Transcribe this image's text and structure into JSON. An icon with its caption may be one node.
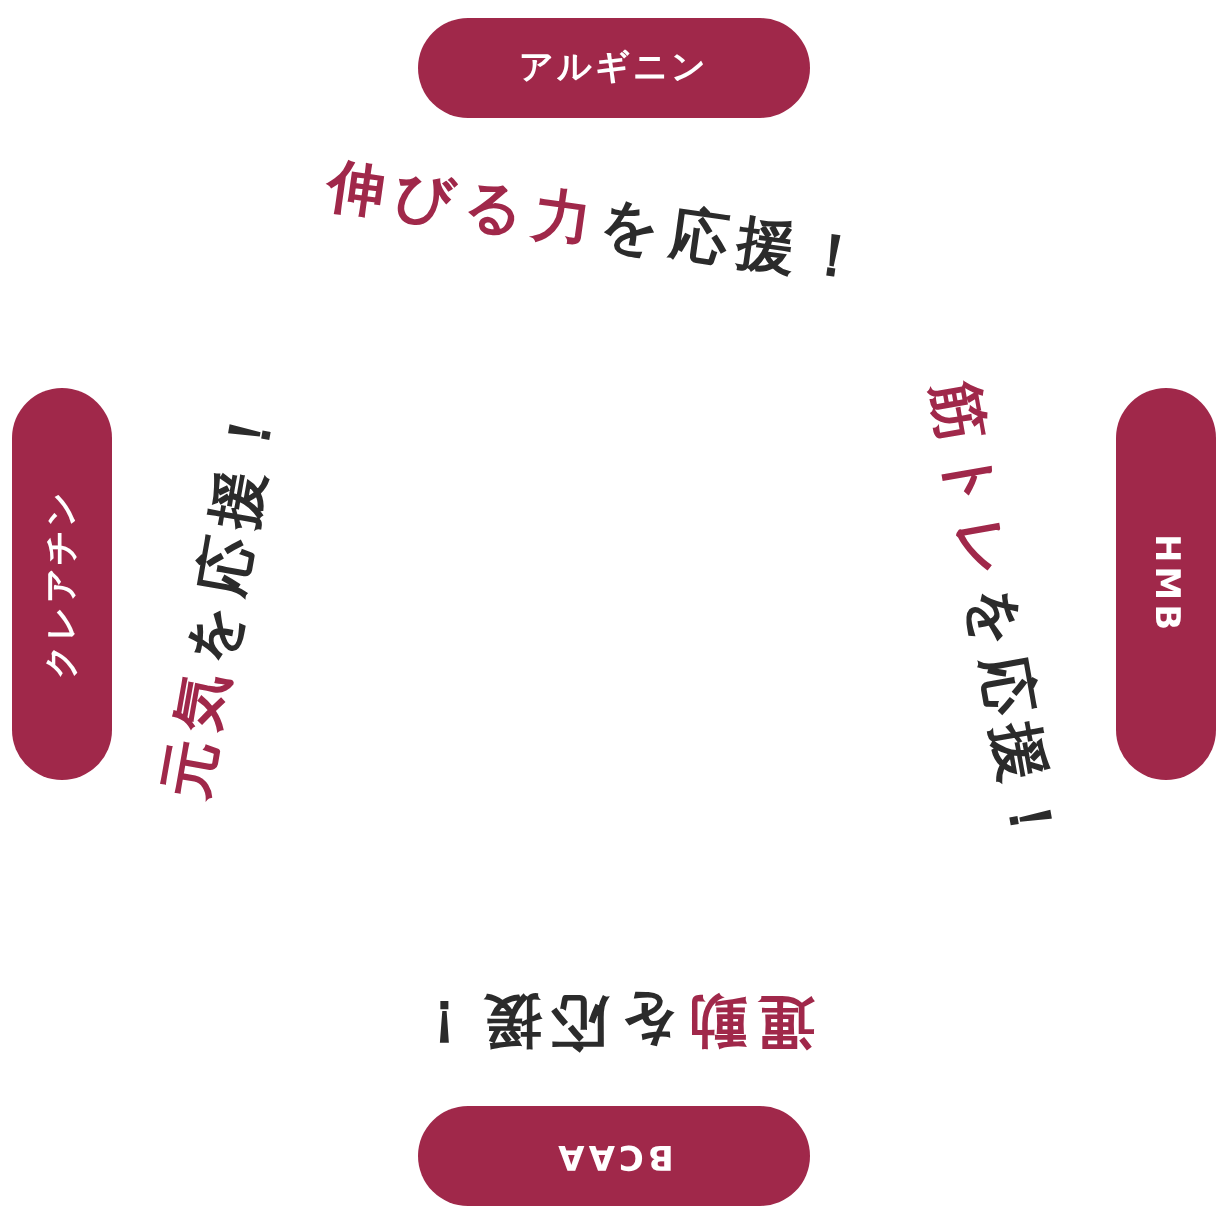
{
  "diagram": {
    "nodes": [
      {
        "text": [
          "アルギニン"
        ],
        "beside": [
          "**伸びる力**を応援！"
        ]
      },
      {
        "text": [
          "HMB"
        ],
        "beside": [
          "**筋トレ**を応援！"
        ]
      },
      {
        "text": [
          "BCAA"
        ],
        "beside": [
          "**運動**を応援！"
        ]
      },
      {
        "text": [
          "クレアチン"
        ],
        "beside": [
          "**元気**を応援！"
        ]
      }
    ]
  }
}
